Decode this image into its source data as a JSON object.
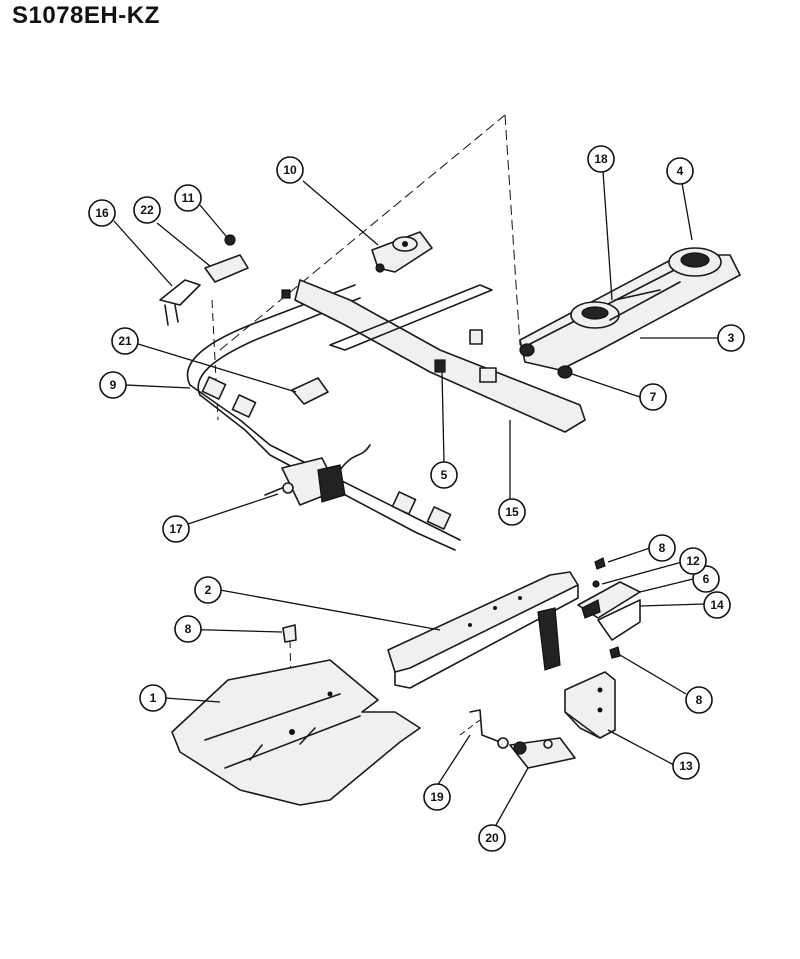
{
  "title": "S1078EH-KZ",
  "callouts": [
    {
      "id": "c1",
      "label": "1"
    },
    {
      "id": "c2",
      "label": "2"
    },
    {
      "id": "c3",
      "label": "3"
    },
    {
      "id": "c4",
      "label": "4"
    },
    {
      "id": "c5",
      "label": "5"
    },
    {
      "id": "c6",
      "label": "6"
    },
    {
      "id": "c7",
      "label": "7"
    },
    {
      "id": "c8a",
      "label": "8"
    },
    {
      "id": "c8b",
      "label": "8"
    },
    {
      "id": "c8c",
      "label": "8"
    },
    {
      "id": "c9",
      "label": "9"
    },
    {
      "id": "c10",
      "label": "10"
    },
    {
      "id": "c11",
      "label": "11"
    },
    {
      "id": "c12",
      "label": "12"
    },
    {
      "id": "c13",
      "label": "13"
    },
    {
      "id": "c14",
      "label": "14"
    },
    {
      "id": "c15",
      "label": "15"
    },
    {
      "id": "c16",
      "label": "16"
    },
    {
      "id": "c17",
      "label": "17"
    },
    {
      "id": "c18",
      "label": "18"
    },
    {
      "id": "c19",
      "label": "19"
    },
    {
      "id": "c20",
      "label": "20"
    },
    {
      "id": "c21",
      "label": "21"
    },
    {
      "id": "c22",
      "label": "22"
    }
  ]
}
